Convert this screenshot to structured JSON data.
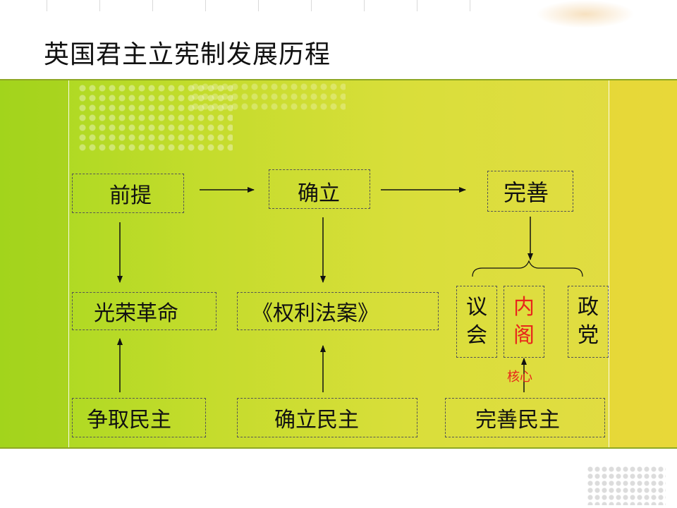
{
  "slide": {
    "title": "英国君主立宪制发展历程"
  },
  "diagram": {
    "stages": {
      "premise": "前提",
      "establish": "确立",
      "perfect": "完善"
    },
    "events": {
      "glorious_revolution": "光荣革命",
      "bill_of_rights": "《权利法案》"
    },
    "institutions": {
      "parliament": [
        "议",
        "会"
      ],
      "cabinet": [
        "内",
        "阁"
      ],
      "party": [
        "政",
        "党"
      ]
    },
    "core_label": "核心",
    "goals": {
      "fight": "争取民主",
      "establish": "确立民主",
      "perfect": "完善民主"
    }
  },
  "colors": {
    "band_start": "#a6d81f",
    "band_end": "#e4dc44",
    "highlight": "#e8261b"
  }
}
